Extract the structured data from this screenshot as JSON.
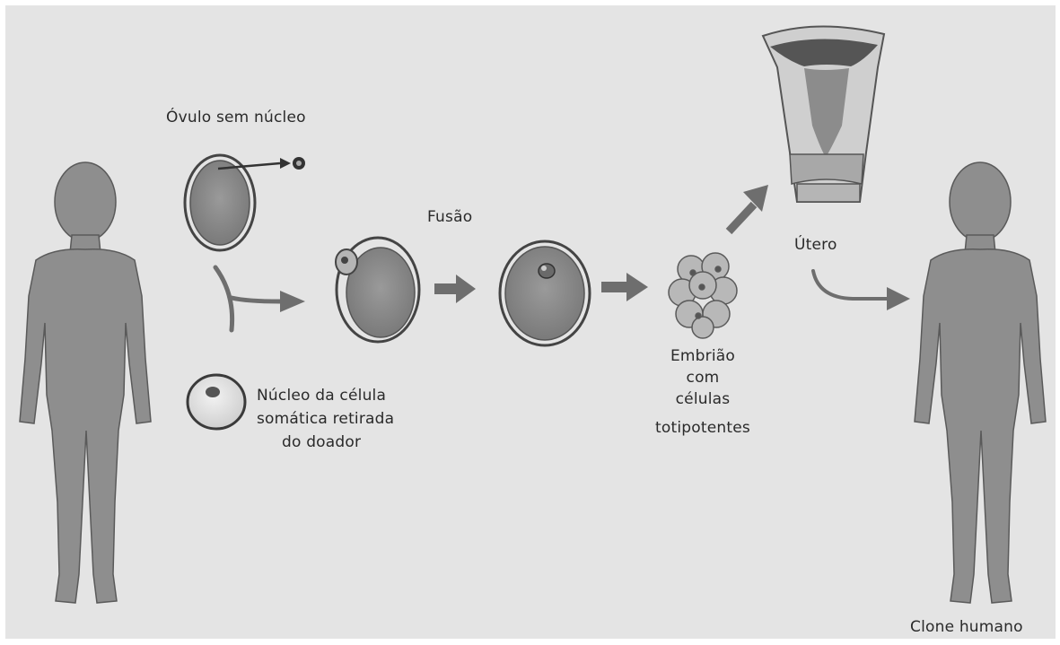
{
  "labels": {
    "ovulo": "Óvulo sem núcleo",
    "fusao": "Fusão",
    "utero": "Útero",
    "nucleo": [
      "Núcleo da célula",
      "somática retirada",
      "do doador"
    ],
    "embriao": [
      "Embrião",
      "com",
      "células",
      "totipotentes"
    ],
    "clone": "Clone humano"
  },
  "colors": {
    "panel": "#e4e4e4",
    "figure": "#8c8c8c",
    "cell_fill": "#8a8a8a",
    "arrow": "#6e6e6e"
  }
}
